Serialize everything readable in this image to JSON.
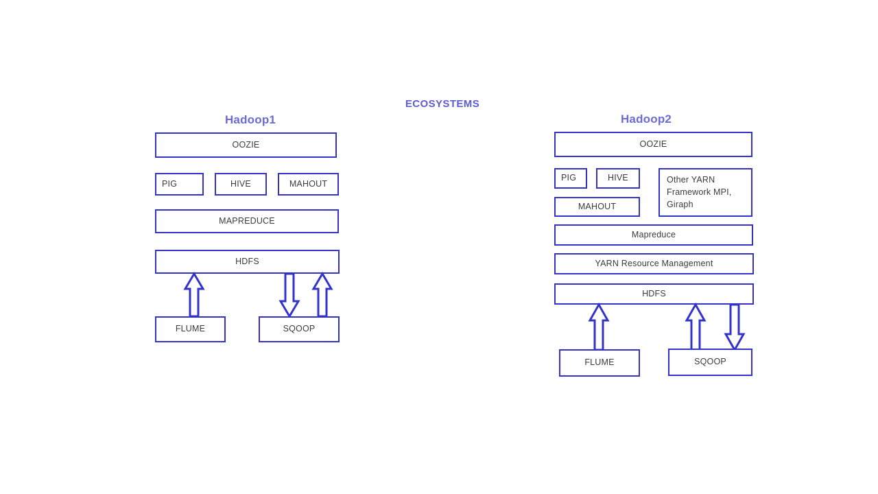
{
  "diagram": {
    "title": "ECOSYSTEMS",
    "title_color": "#5b5bd0",
    "box_border_color": "#3333cc",
    "box_text_color": "#3a3a3a",
    "background_color": "#ffffff",
    "column_title_color": "#6a6ad8"
  },
  "hadoop1": {
    "title": "Hadoop1",
    "boxes": {
      "oozie": "OOZIE",
      "pig": "PIG",
      "hive": "HIVE",
      "mahout": "MAHOUT",
      "mapreduce": "MAPREDUCE",
      "hdfs": "HDFS",
      "flume": "FLUME",
      "sqoop": "SQOOP"
    },
    "arrows": [
      {
        "name": "flume-to-hdfs",
        "direction": "up"
      },
      {
        "name": "hdfs-to-sqoop",
        "direction": "down"
      },
      {
        "name": "sqoop-to-hdfs",
        "direction": "up"
      }
    ]
  },
  "hadoop2": {
    "title": "Hadoop2",
    "boxes": {
      "oozie": "OOZIE",
      "pig": "PIG",
      "hive": "HIVE",
      "mahout": "MAHOUT",
      "other_yarn": "Other YARN Framework MPI, Giraph",
      "mapreduce": "Mapreduce",
      "yarn": "YARN Resource Management",
      "hdfs": "HDFS",
      "flume": "FLUME",
      "sqoop": "SQOOP"
    },
    "arrows": [
      {
        "name": "flume-to-hdfs",
        "direction": "up"
      },
      {
        "name": "sqoop-to-hdfs",
        "direction": "up"
      },
      {
        "name": "hdfs-to-sqoop",
        "direction": "down"
      }
    ]
  }
}
